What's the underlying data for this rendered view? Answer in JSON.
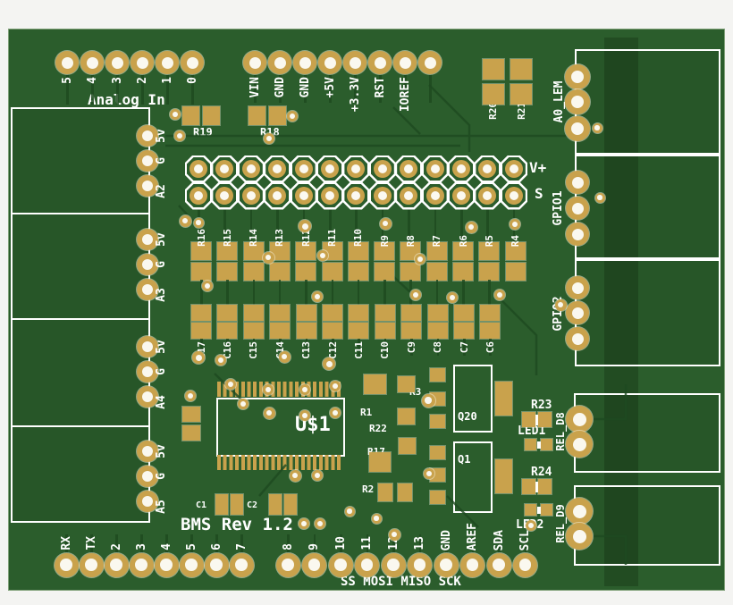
{
  "title_text": "BMS Rev 1.2",
  "spi_note": "SS MOSI MISO SCK",
  "analog_header": {
    "label": "Analog In",
    "pins": [
      "5",
      "4",
      "3",
      "2",
      "1",
      "0"
    ]
  },
  "power_header": {
    "pins": [
      "VIN",
      "GND",
      "GND",
      "+5V",
      "+3.3V",
      "RST",
      "IOREF"
    ]
  },
  "left_groups": [
    [
      "5v",
      "G",
      "A2"
    ],
    [
      "5v",
      "G",
      "A3"
    ],
    [
      "5v",
      "G",
      "A4"
    ],
    [
      "5v",
      "G",
      "A5"
    ]
  ],
  "right_labels": {
    "a0_lem": "A0_LEM",
    "gpio1": "GPIO1",
    "gpio2": "GPIO2",
    "rel_d8": "REL_D8",
    "rel_d9": "REL_D9",
    "v_plus": "V+",
    "s": "S"
  },
  "resistor_row": [
    "R16",
    "R15",
    "R14",
    "R13",
    "R12",
    "R11",
    "R10",
    "R9",
    "R8",
    "R7",
    "R6",
    "R5",
    "R4"
  ],
  "capacitor_row": [
    "C17",
    "C16",
    "C15",
    "C14",
    "C13",
    "C12",
    "C11",
    "C10",
    "C9",
    "C8",
    "C7",
    "C6"
  ],
  "ic_label": "U$1",
  "refs": {
    "R19": "R19",
    "R18": "R18",
    "R20": "R20",
    "R21": "R21",
    "R1": "R1",
    "R2": "R2",
    "R3": "R3",
    "R22": "R22",
    "R17": "R17",
    "R23": "R23",
    "R24": "R24",
    "LED1": "LED1",
    "LED2": "LED2",
    "Q20": "Q20",
    "Q1": "Q1",
    "C1": "C1",
    "C2": "C2"
  },
  "bottom_left_pins": [
    "RX",
    "TX",
    "2",
    "3",
    "4",
    "5",
    "6",
    "7"
  ],
  "bottom_right_pins": [
    "8",
    "9",
    "10",
    "11",
    "12",
    "13",
    "GND",
    "AREF",
    "SDA",
    "SCL"
  ],
  "colors": {
    "background": "#f4f4f2",
    "board_green": "#2b5d2c",
    "pour_dark": "#1e4a20",
    "pad_gold": "#c9a24c",
    "hole_white": "#faf8ef",
    "silkscreen": "#ffffff"
  }
}
